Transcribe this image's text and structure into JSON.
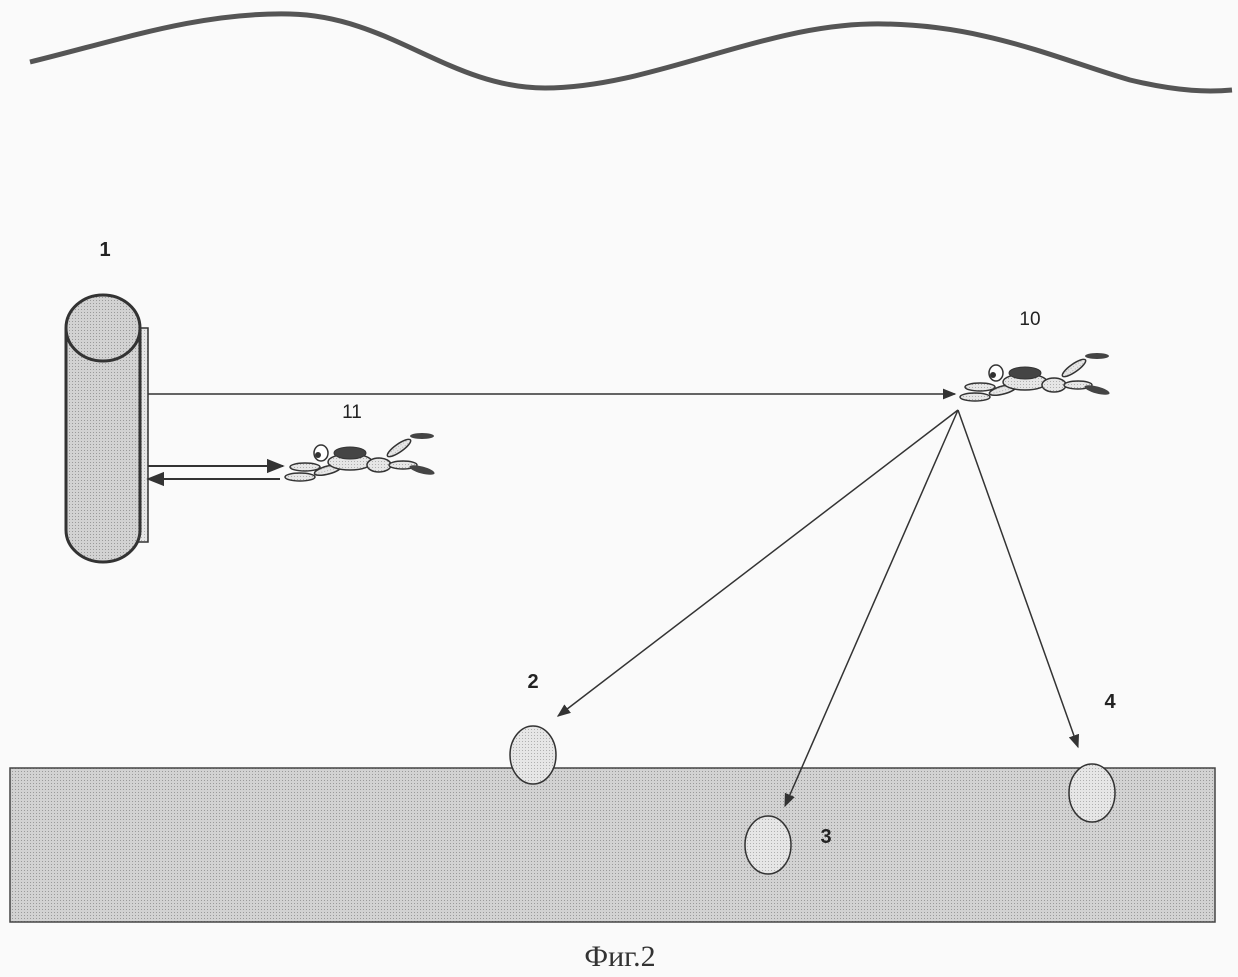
{
  "labels": {
    "buoy": "1",
    "target_2": "2",
    "target_3": "3",
    "target_4": "4",
    "vehicle_10": "10",
    "vehicle_11": "11"
  },
  "caption": "Фиг.2",
  "colors": {
    "line": "#333333",
    "fill_gray": "#c8c8c8",
    "dark": "#444444"
  }
}
